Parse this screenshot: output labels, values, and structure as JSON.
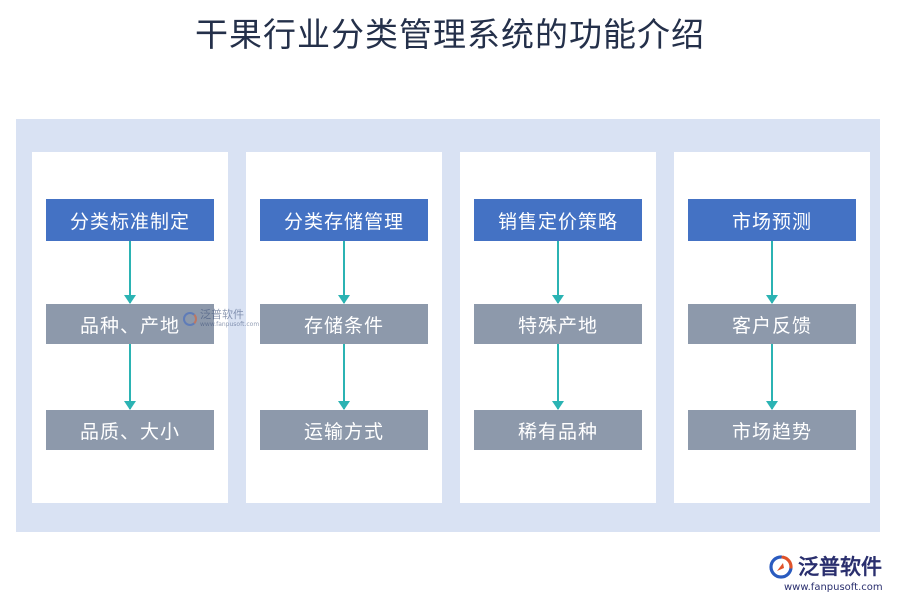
{
  "title": "干果行业分类管理系统的功能介绍",
  "columns": [
    {
      "heading": "分类标准制定",
      "items": [
        "品种、产地",
        "品质、大小"
      ]
    },
    {
      "heading": "分类存储管理",
      "items": [
        "存储条件",
        "运输方式"
      ]
    },
    {
      "heading": "销售定价策略",
      "items": [
        "特殊产地",
        "稀有品种"
      ]
    },
    {
      "heading": "市场预测",
      "items": [
        "客户反馈",
        "市场趋势"
      ]
    }
  ],
  "watermark": {
    "name": "泛普软件",
    "url": "www.fanpusoft.com"
  },
  "brand": {
    "name": "泛普软件",
    "url": "www.fanpusoft.com",
    "icon": "fanpu-logo-icon"
  },
  "colors": {
    "title": "#24304a",
    "panel": "#d9e2f3",
    "heading_box": "#4472c4",
    "item_box": "#8d99ab",
    "arrow": "#2bb3b3"
  }
}
